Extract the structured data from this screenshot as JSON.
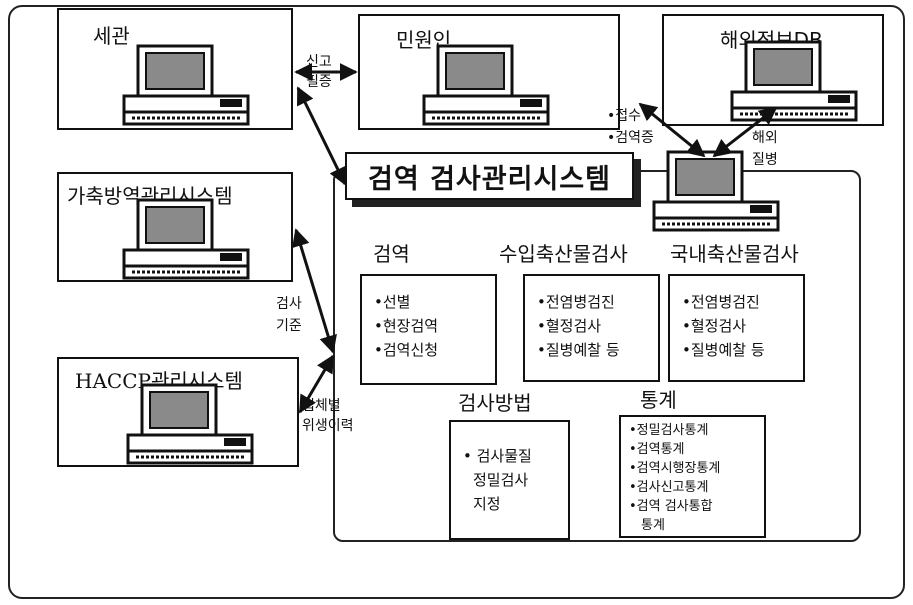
{
  "nodes": {
    "customs": "세관",
    "civil": "민원인",
    "overseas_db": "해외정보DB",
    "livestock_system": "가축방역관리시스템",
    "haccp_system": "HACCP관리시스템"
  },
  "system_title": "검역 검사관리시스템",
  "edges": {
    "customs_civil": [
      "신고",
      "필증"
    ],
    "civil_system": [
      "•접수",
      "•검역증"
    ],
    "overseas_system": [
      "해외",
      "질병"
    ],
    "livestock_system": [
      "검사",
      "기준"
    ],
    "haccp_system": [
      "업체별",
      "위생이력"
    ]
  },
  "sections": {
    "quarantine": {
      "title": "검역",
      "items": [
        "•선별",
        "•현장검역",
        "•검역신청"
      ]
    },
    "import_inspection": {
      "title": "수입축산물검사",
      "items": [
        "•전염병검진",
        "•혈정검사",
        "•질병예찰 등"
      ]
    },
    "domestic_inspection": {
      "title": "국내축산물검사",
      "items": [
        "•전염병검진",
        "•혈정검사",
        "•질병예찰 등"
      ]
    },
    "method": {
      "title": "검사방법",
      "items": [
        "• 검사물질",
        "정밀검사",
        "지정"
      ]
    },
    "stats": {
      "title": "통계",
      "items": [
        "•정밀검사통계",
        "•검역통계",
        "•검역시행장통계",
        "•검사신고통계",
        "•검역 검사통합",
        "통계"
      ]
    }
  }
}
